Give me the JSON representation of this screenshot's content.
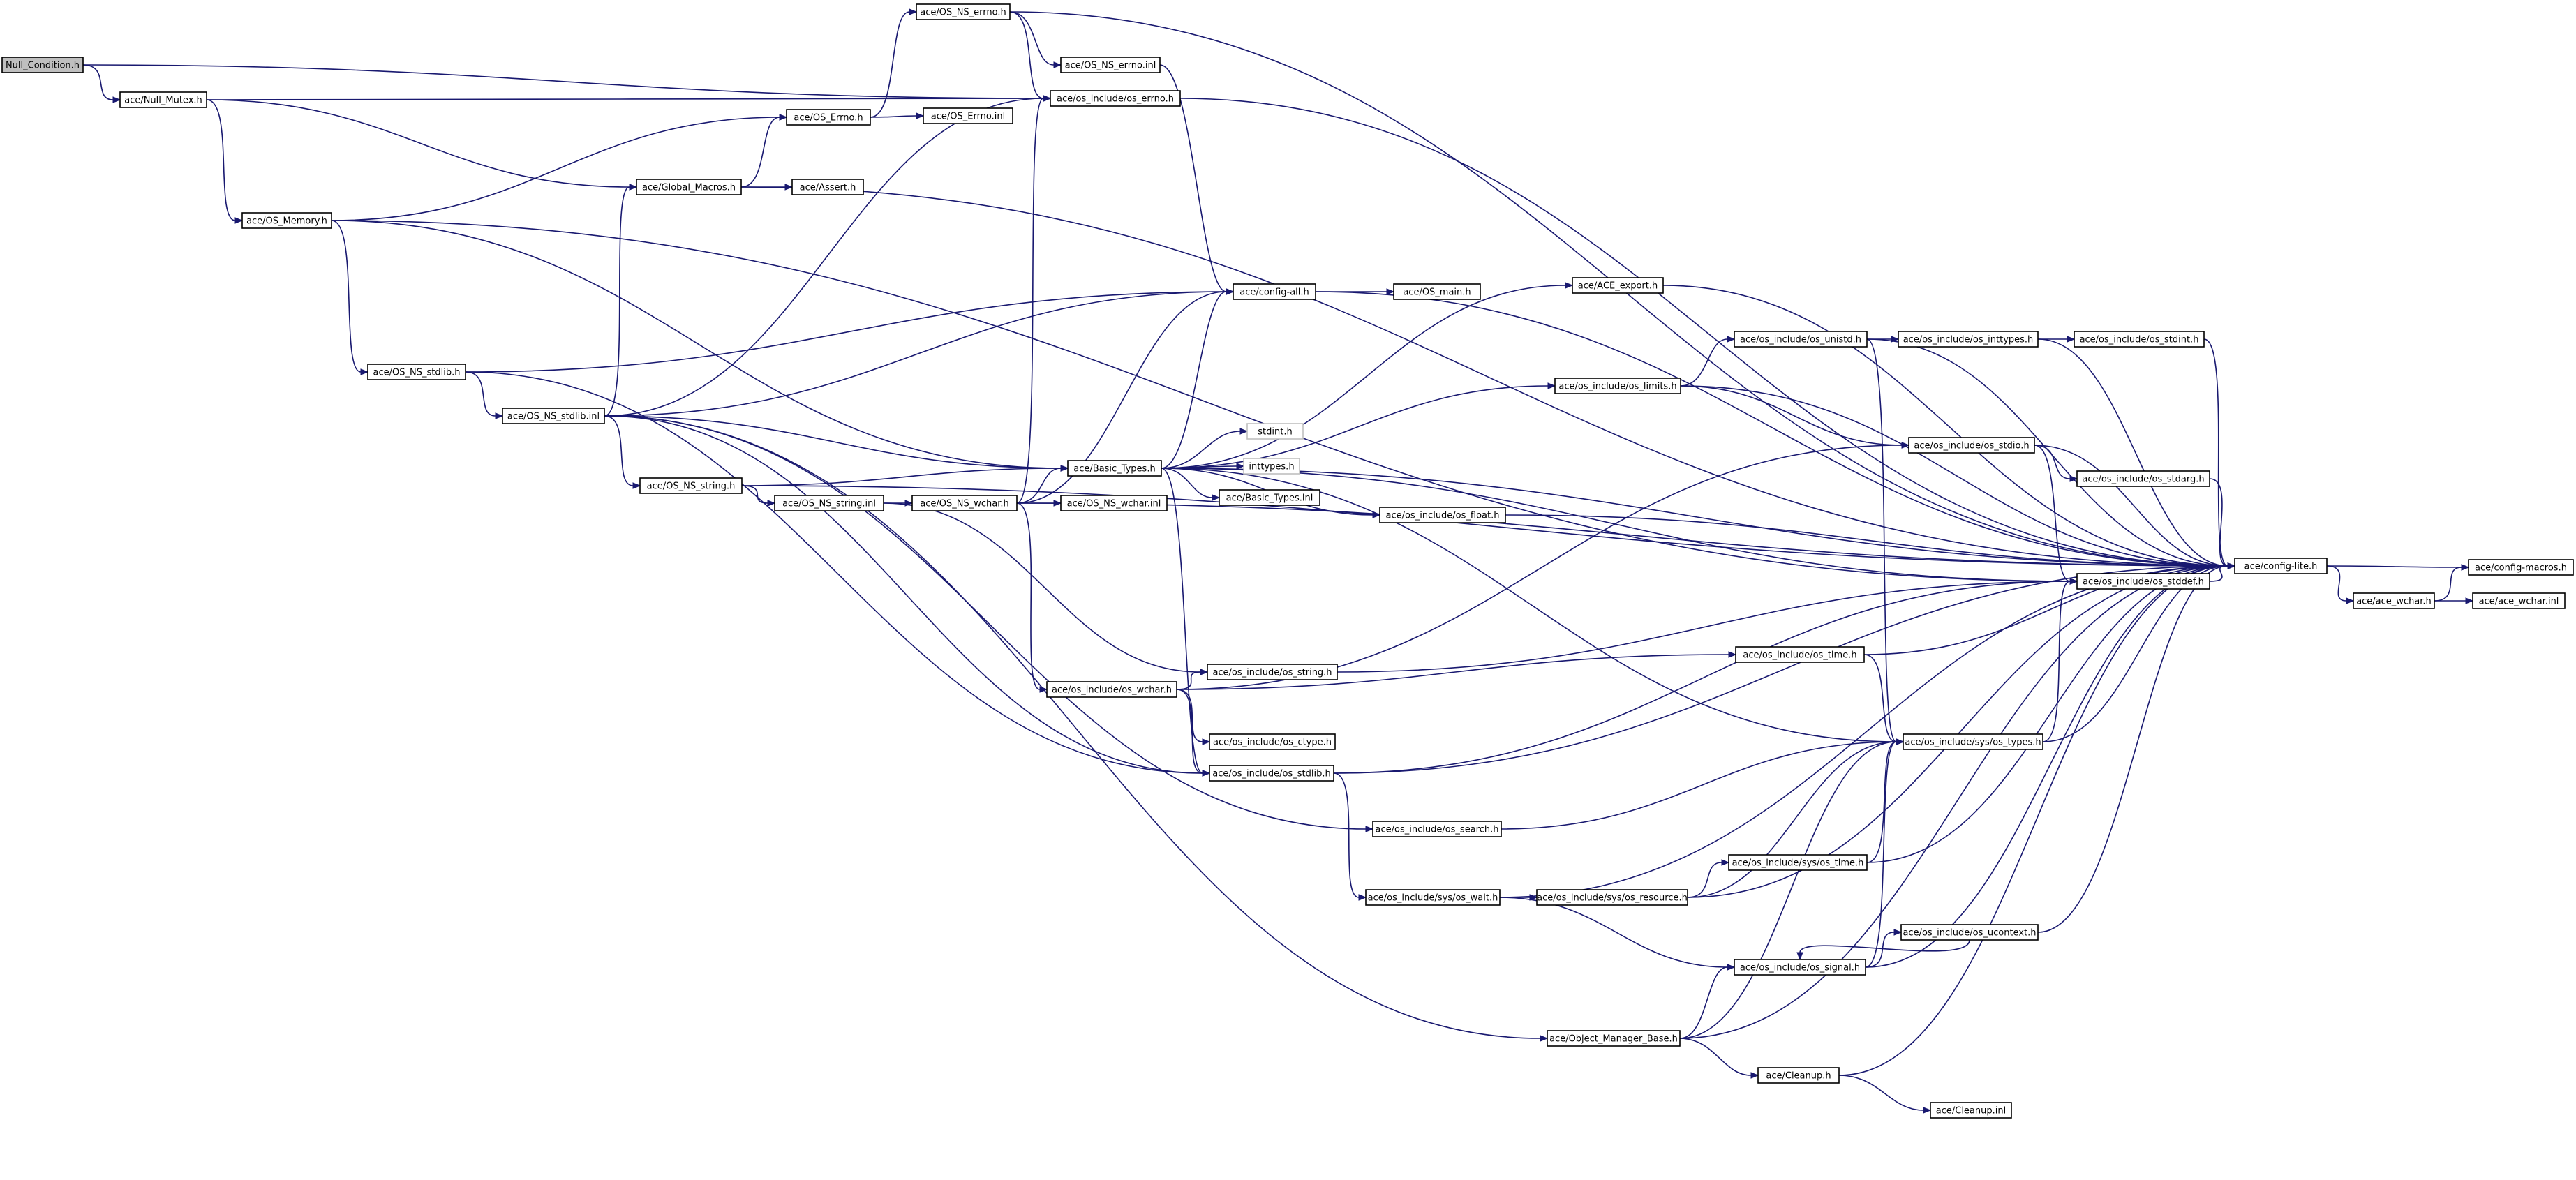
{
  "graph": {
    "root": "Null_Condition.h",
    "nodes": [
      {
        "id": "null_condition",
        "label": "Null_Condition.h",
        "kind": "root"
      },
      {
        "id": "null_mutex",
        "label": "ace/Null_Mutex.h"
      },
      {
        "id": "os_ns_errno_h",
        "label": "ace/OS_NS_errno.h"
      },
      {
        "id": "os_ns_errno_inl",
        "label": "ace/OS_NS_errno.inl"
      },
      {
        "id": "os_include_errno",
        "label": "ace/os_include/os_errno.h"
      },
      {
        "id": "os_errno_h",
        "label": "ace/OS_Errno.h"
      },
      {
        "id": "os_errno_inl",
        "label": "ace/OS_Errno.inl"
      },
      {
        "id": "global_macros",
        "label": "ace/Global_Macros.h"
      },
      {
        "id": "assert_h",
        "label": "ace/Assert.h"
      },
      {
        "id": "os_memory",
        "label": "ace/OS_Memory.h"
      },
      {
        "id": "config_all",
        "label": "ace/config-all.h"
      },
      {
        "id": "os_main",
        "label": "ace/OS_main.h"
      },
      {
        "id": "ace_export",
        "label": "ace/ACE_export.h"
      },
      {
        "id": "os_unistd",
        "label": "ace/os_include/os_unistd.h"
      },
      {
        "id": "os_inttypes",
        "label": "ace/os_include/os_inttypes.h"
      },
      {
        "id": "os_stdint",
        "label": "ace/os_include/os_stdint.h"
      },
      {
        "id": "os_ns_stdlib_h",
        "label": "ace/OS_NS_stdlib.h"
      },
      {
        "id": "os_ns_stdlib_inl",
        "label": "ace/OS_NS_stdlib.inl"
      },
      {
        "id": "os_limits",
        "label": "ace/os_include/os_limits.h"
      },
      {
        "id": "stdint_h",
        "label": "stdint.h",
        "kind": "ext"
      },
      {
        "id": "basic_types_h",
        "label": "ace/Basic_Types.h"
      },
      {
        "id": "inttypes_h",
        "label": "inttypes.h",
        "kind": "ext"
      },
      {
        "id": "os_stdio",
        "label": "ace/os_include/os_stdio.h"
      },
      {
        "id": "os_stdarg",
        "label": "ace/os_include/os_stdarg.h"
      },
      {
        "id": "os_ns_string_h",
        "label": "ace/OS_NS_string.h"
      },
      {
        "id": "basic_types_inl",
        "label": "ace/Basic_Types.inl"
      },
      {
        "id": "os_ns_string_inl",
        "label": "ace/OS_NS_string.inl"
      },
      {
        "id": "os_ns_wchar_h",
        "label": "ace/OS_NS_wchar.h"
      },
      {
        "id": "os_ns_wchar_inl",
        "label": "ace/OS_NS_wchar.inl"
      },
      {
        "id": "os_float",
        "label": "ace/os_include/os_float.h"
      },
      {
        "id": "config_lite",
        "label": "ace/config-lite.h"
      },
      {
        "id": "config_macros",
        "label": "ace/config-macros.h"
      },
      {
        "id": "os_stddef",
        "label": "ace/os_include/os_stddef.h"
      },
      {
        "id": "ace_wchar_h",
        "label": "ace/ace_wchar.h"
      },
      {
        "id": "ace_wchar_inl",
        "label": "ace/ace_wchar.inl"
      },
      {
        "id": "os_include_string",
        "label": "ace/os_include/os_string.h"
      },
      {
        "id": "os_time",
        "label": "ace/os_include/os_time.h"
      },
      {
        "id": "os_include_wchar",
        "label": "ace/os_include/os_wchar.h"
      },
      {
        "id": "os_ctype",
        "label": "ace/os_include/os_ctype.h"
      },
      {
        "id": "sys_os_types",
        "label": "ace/os_include/sys/os_types.h"
      },
      {
        "id": "os_include_stdlib",
        "label": "ace/os_include/os_stdlib.h"
      },
      {
        "id": "os_search",
        "label": "ace/os_include/os_search.h"
      },
      {
        "id": "sys_os_time",
        "label": "ace/os_include/sys/os_time.h"
      },
      {
        "id": "sys_os_wait",
        "label": "ace/os_include/sys/os_wait.h"
      },
      {
        "id": "sys_os_resource",
        "label": "ace/os_include/sys/os_resource.h"
      },
      {
        "id": "os_ucontext",
        "label": "ace/os_include/os_ucontext.h"
      },
      {
        "id": "os_signal",
        "label": "ace/os_include/os_signal.h"
      },
      {
        "id": "object_manager_base",
        "label": "ace/Object_Manager_Base.h"
      },
      {
        "id": "cleanup_h",
        "label": "ace/Cleanup.h"
      },
      {
        "id": "cleanup_inl",
        "label": "ace/Cleanup.inl"
      }
    ],
    "edges": [
      [
        "null_condition",
        "null_mutex"
      ],
      [
        "null_condition",
        "os_include_errno"
      ],
      [
        "null_mutex",
        "os_include_errno"
      ],
      [
        "null_mutex",
        "global_macros"
      ],
      [
        "null_mutex",
        "os_memory"
      ],
      [
        "os_ns_errno_h",
        "os_ns_errno_inl"
      ],
      [
        "os_ns_errno_h",
        "os_include_errno"
      ],
      [
        "os_ns_errno_h",
        "config_lite"
      ],
      [
        "os_ns_errno_inl",
        "config_all"
      ],
      [
        "os_include_errno",
        "config_lite"
      ],
      [
        "os_errno_h",
        "os_ns_errno_h"
      ],
      [
        "os_errno_h",
        "os_errno_inl"
      ],
      [
        "global_macros",
        "os_errno_h"
      ],
      [
        "global_macros",
        "assert_h"
      ],
      [
        "global_macros",
        "config_lite"
      ],
      [
        "os_memory",
        "os_errno_h"
      ],
      [
        "os_memory",
        "basic_types_h"
      ],
      [
        "os_memory",
        "os_ns_stdlib_h"
      ],
      [
        "os_memory",
        "os_stddef"
      ],
      [
        "config_all",
        "os_main"
      ],
      [
        "config_all",
        "config_lite"
      ],
      [
        "ace_export",
        "config_lite"
      ],
      [
        "os_unistd",
        "os_inttypes"
      ],
      [
        "os_unistd",
        "sys_os_types"
      ],
      [
        "os_unistd",
        "config_lite"
      ],
      [
        "os_inttypes",
        "os_stdint"
      ],
      [
        "os_inttypes",
        "config_lite"
      ],
      [
        "os_stdint",
        "config_lite"
      ],
      [
        "os_ns_stdlib_h",
        "config_all"
      ],
      [
        "os_ns_stdlib_h",
        "os_ns_stdlib_inl"
      ],
      [
        "os_ns_stdlib_h",
        "os_include_stdlib"
      ],
      [
        "os_ns_stdlib_inl",
        "global_macros"
      ],
      [
        "os_ns_stdlib_inl",
        "os_include_errno"
      ],
      [
        "os_ns_stdlib_inl",
        "config_all"
      ],
      [
        "os_ns_stdlib_inl",
        "basic_types_h"
      ],
      [
        "os_ns_stdlib_inl",
        "os_ns_string_h"
      ],
      [
        "os_ns_stdlib_inl",
        "os_include_stdlib"
      ],
      [
        "os_ns_stdlib_inl",
        "os_search"
      ],
      [
        "os_ns_stdlib_inl",
        "object_manager_base"
      ],
      [
        "os_limits",
        "os_unistd"
      ],
      [
        "os_limits",
        "os_stdio"
      ],
      [
        "os_limits",
        "config_lite"
      ],
      [
        "basic_types_h",
        "config_all"
      ],
      [
        "basic_types_h",
        "ace_export"
      ],
      [
        "basic_types_h",
        "os_limits"
      ],
      [
        "basic_types_h",
        "stdint_h"
      ],
      [
        "basic_types_h",
        "inttypes_h"
      ],
      [
        "basic_types_h",
        "basic_types_inl"
      ],
      [
        "basic_types_h",
        "os_float"
      ],
      [
        "basic_types_h",
        "os_stddef"
      ],
      [
        "basic_types_h",
        "sys_os_types"
      ],
      [
        "basic_types_h",
        "os_include_stdlib"
      ],
      [
        "basic_types_h",
        "config_lite"
      ],
      [
        "os_stdio",
        "os_stdarg"
      ],
      [
        "os_stdio",
        "os_stddef"
      ],
      [
        "os_stdio",
        "config_lite"
      ],
      [
        "os_stdarg",
        "config_lite"
      ],
      [
        "os_ns_string_h",
        "basic_types_h"
      ],
      [
        "os_ns_string_h",
        "os_ns_string_inl"
      ],
      [
        "os_ns_string_h",
        "config_lite"
      ],
      [
        "os_ns_string_inl",
        "os_ns_wchar_h"
      ],
      [
        "os_ns_string_inl",
        "os_include_string"
      ],
      [
        "os_ns_wchar_h",
        "os_include_errno"
      ],
      [
        "os_ns_wchar_h",
        "config_all"
      ],
      [
        "os_ns_wchar_h",
        "basic_types_h"
      ],
      [
        "os_ns_wchar_h",
        "os_ns_wchar_inl"
      ],
      [
        "os_ns_wchar_h",
        "os_include_wchar"
      ],
      [
        "os_ns_wchar_h",
        "config_lite"
      ],
      [
        "os_float",
        "config_lite"
      ],
      [
        "config_lite",
        "config_macros"
      ],
      [
        "config_lite",
        "ace_wchar_h"
      ],
      [
        "os_stddef",
        "config_lite"
      ],
      [
        "ace_wchar_h",
        "ace_wchar_inl"
      ],
      [
        "ace_wchar_h",
        "config_macros"
      ],
      [
        "os_include_string",
        "os_stddef"
      ],
      [
        "os_time",
        "sys_os_types"
      ],
      [
        "os_time",
        "config_lite"
      ],
      [
        "os_include_wchar",
        "os_stdio"
      ],
      [
        "os_include_wchar",
        "os_include_string"
      ],
      [
        "os_include_wchar",
        "os_time"
      ],
      [
        "os_include_wchar",
        "os_ctype"
      ],
      [
        "os_include_wchar",
        "os_include_stdlib"
      ],
      [
        "sys_os_types",
        "os_stddef"
      ],
      [
        "sys_os_types",
        "config_lite"
      ],
      [
        "os_include_stdlib",
        "os_stddef"
      ],
      [
        "os_include_stdlib",
        "sys_os_wait"
      ],
      [
        "os_include_stdlib",
        "config_lite"
      ],
      [
        "os_search",
        "sys_os_types"
      ],
      [
        "sys_os_time",
        "sys_os_types"
      ],
      [
        "sys_os_time",
        "config_lite"
      ],
      [
        "sys_os_wait",
        "sys_os_resource"
      ],
      [
        "sys_os_wait",
        "os_signal"
      ],
      [
        "sys_os_wait",
        "config_lite"
      ],
      [
        "sys_os_resource",
        "sys_os_time"
      ],
      [
        "sys_os_resource",
        "sys_os_types"
      ],
      [
        "sys_os_resource",
        "config_lite"
      ],
      [
        "os_ucontext",
        "os_signal"
      ],
      [
        "os_ucontext",
        "config_lite"
      ],
      [
        "os_signal",
        "os_ucontext"
      ],
      [
        "os_signal",
        "sys_os_types"
      ],
      [
        "os_signal",
        "config_lite"
      ],
      [
        "object_manager_base",
        "os_signal"
      ],
      [
        "object_manager_base",
        "sys_os_types"
      ],
      [
        "object_manager_base",
        "cleanup_h"
      ],
      [
        "object_manager_base",
        "config_lite"
      ],
      [
        "cleanup_h",
        "cleanup_inl"
      ],
      [
        "cleanup_h",
        "config_lite"
      ]
    ]
  },
  "colors": {
    "edge": "#191970",
    "node_border": "#000000",
    "root_fill": "#bfbfbf",
    "external_border": "#bfbfbf",
    "background": "#ffffff"
  }
}
